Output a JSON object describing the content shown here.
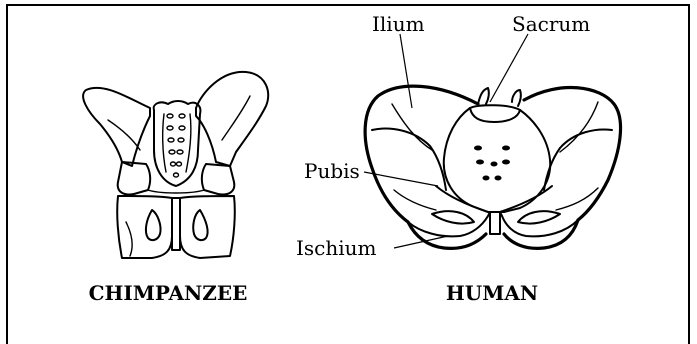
{
  "figure": {
    "chimpanzee_caption": "CHIMPANZEE",
    "human_caption": "HUMAN",
    "labels": {
      "ilium": "Ilium",
      "sacrum": "Sacrum",
      "pubis": "Pubis",
      "ischium": "Ischium"
    }
  }
}
